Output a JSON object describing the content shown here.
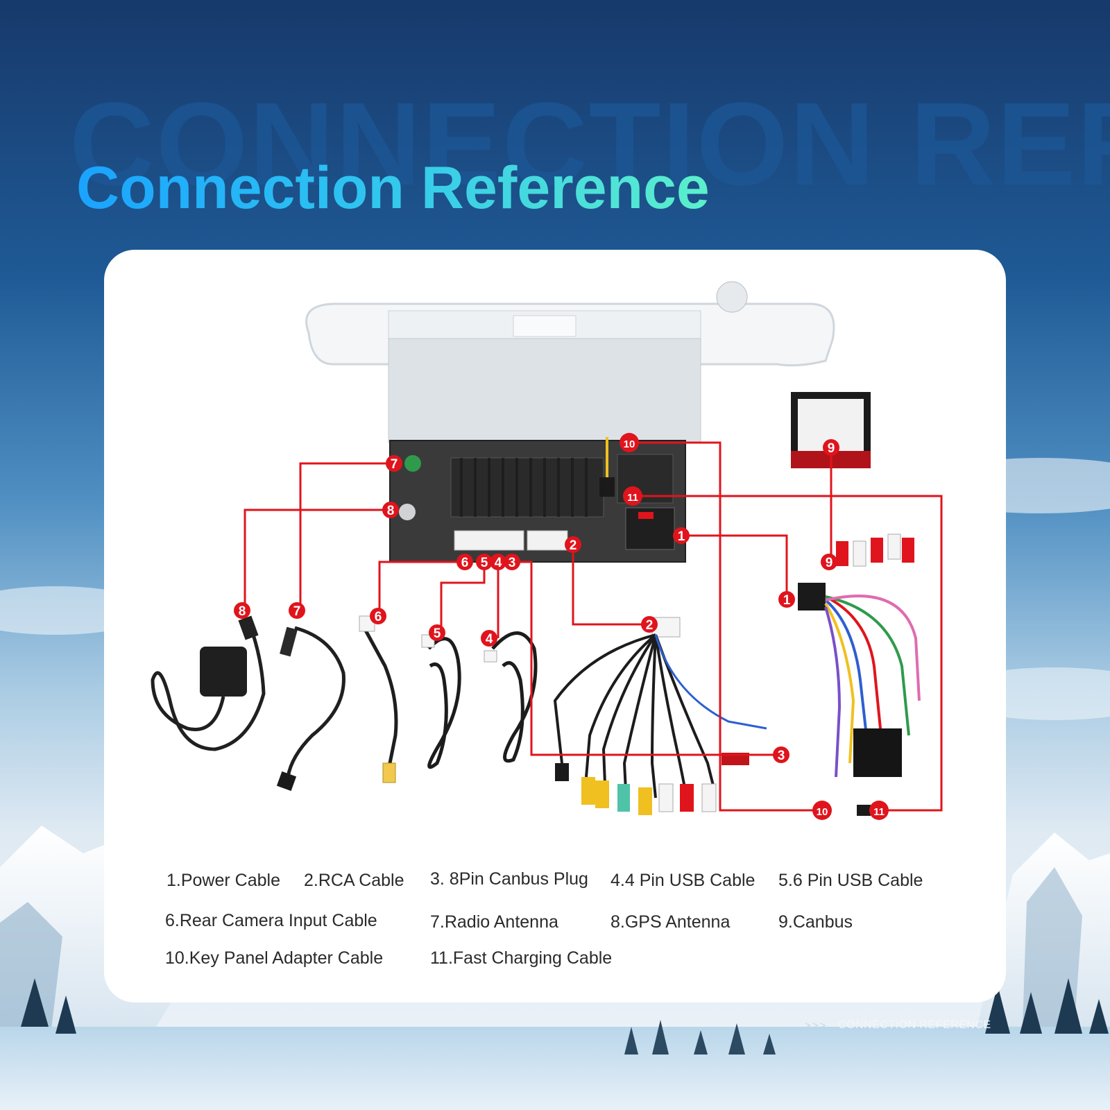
{
  "watermark_text": "CONNECTION REFE",
  "title": "Connection Reference",
  "legend": [
    "1.Power Cable",
    "2.RCA Cable",
    "3. 8Pin Canbus Plug",
    "4.4 Pin USB Cable",
    "5.6 Pin USB Cable",
    "6.Rear Camera Input Cable",
    "7.Radio Antenna",
    "8.GPS Antenna",
    "9.Canbus",
    "10.Key Panel Adapter Cable",
    "11.Fast Charging Cable"
  ],
  "markers": [
    "1",
    "2",
    "3",
    "4",
    "5",
    "6",
    "7",
    "8",
    "9",
    "10",
    "11"
  ],
  "footer": {
    "chevrons": ">>>",
    "text": "CONNECTION REFERENCE"
  },
  "colors": {
    "accent_line": "#e0141c",
    "marker_fill": "#e0141c",
    "title_gradient_start": "#1aa3ff",
    "title_gradient_end": "#5cf0cc"
  },
  "icons": {
    "head_unit": "car-stereo-head-unit",
    "gps_antenna": "gps-antenna-icon",
    "radio_antenna": "radio-antenna-icon",
    "camera_cable": "rca-camera-cable-icon",
    "usb_cable_6pin": "usb-cable-icon",
    "usb_cable_4pin": "usb-cable-icon",
    "rca_harness": "rca-harness-icon",
    "power_harness": "power-harness-icon",
    "canbus_box": "canbus-box-icon"
  }
}
